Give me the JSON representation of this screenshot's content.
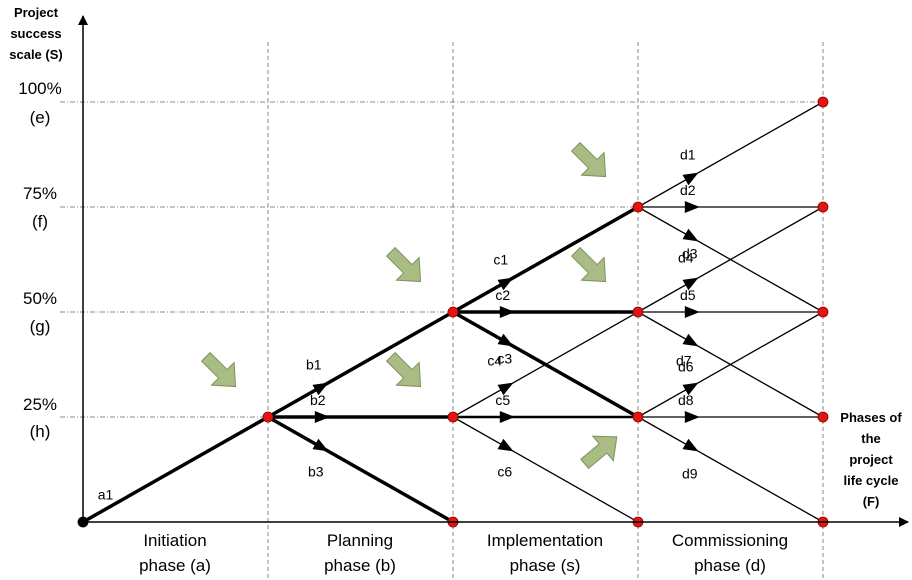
{
  "axes": {
    "y_title": [
      "Project",
      "success",
      "scale (S)"
    ],
    "x_title": [
      "Phases of",
      "the",
      "project",
      "life cycle",
      "(F)"
    ]
  },
  "levels": [
    {
      "value": "100%",
      "code": "(e)"
    },
    {
      "value": "75%",
      "code": "(f)"
    },
    {
      "value": "50%",
      "code": "(g)"
    },
    {
      "value": "25%",
      "code": "(h)"
    }
  ],
  "phases": [
    {
      "name": "Initiation",
      "code": "phase (a)"
    },
    {
      "name": "Planning",
      "code": "phase (b)"
    },
    {
      "name": "Implementation",
      "code": "phase (s)"
    },
    {
      "name": "Commissioning",
      "code": "phase (d)"
    }
  ],
  "transitions": [
    {
      "label": "a1",
      "from": [
        0,
        0
      ],
      "to": [
        1,
        25
      ],
      "emphasis": "thick"
    },
    {
      "label": "b1",
      "from": [
        1,
        25
      ],
      "to": [
        2,
        50
      ],
      "emphasis": "thick"
    },
    {
      "label": "b2",
      "from": [
        1,
        25
      ],
      "to": [
        2,
        25
      ],
      "emphasis": "thick"
    },
    {
      "label": "b3",
      "from": [
        1,
        25
      ],
      "to": [
        2,
        0
      ],
      "emphasis": "thick"
    },
    {
      "label": "c1",
      "from": [
        2,
        50
      ],
      "to": [
        3,
        75
      ],
      "emphasis": "thick"
    },
    {
      "label": "c2",
      "from": [
        2,
        50
      ],
      "to": [
        3,
        50
      ],
      "emphasis": "thick"
    },
    {
      "label": "c3",
      "from": [
        2,
        50
      ],
      "to": [
        3,
        25
      ],
      "emphasis": "thick"
    },
    {
      "label": "c4",
      "from": [
        2,
        25
      ],
      "to": [
        3,
        50
      ],
      "emphasis": "thin"
    },
    {
      "label": "c5",
      "from": [
        2,
        25
      ],
      "to": [
        3,
        25
      ],
      "emphasis": "medium"
    },
    {
      "label": "c6",
      "from": [
        2,
        25
      ],
      "to": [
        3,
        0
      ],
      "emphasis": "thin"
    },
    {
      "label": "d1",
      "from": [
        3,
        75
      ],
      "to": [
        4,
        100
      ],
      "emphasis": "thin"
    },
    {
      "label": "d2",
      "from": [
        3,
        75
      ],
      "to": [
        4,
        75
      ],
      "emphasis": "thin"
    },
    {
      "label": "d3",
      "from": [
        3,
        75
      ],
      "to": [
        4,
        50
      ],
      "emphasis": "thin"
    },
    {
      "label": "d4",
      "from": [
        3,
        50
      ],
      "to": [
        4,
        75
      ],
      "emphasis": "thin"
    },
    {
      "label": "d5",
      "from": [
        3,
        50
      ],
      "to": [
        4,
        50
      ],
      "emphasis": "thin"
    },
    {
      "label": "d6",
      "from": [
        3,
        50
      ],
      "to": [
        4,
        25
      ],
      "emphasis": "thin"
    },
    {
      "label": "d7",
      "from": [
        3,
        25
      ],
      "to": [
        4,
        50
      ],
      "emphasis": "thin"
    },
    {
      "label": "d8",
      "from": [
        3,
        25
      ],
      "to": [
        4,
        25
      ],
      "emphasis": "thin"
    },
    {
      "label": "d9",
      "from": [
        3,
        25
      ],
      "to": [
        4,
        0
      ],
      "emphasis": "thin"
    }
  ],
  "decision_arrows": [
    {
      "at": [
        1,
        25
      ],
      "direction": "down-right"
    },
    {
      "at": [
        2,
        50
      ],
      "direction": "down-right"
    },
    {
      "at": [
        2,
        25
      ],
      "direction": "down-right"
    },
    {
      "at": [
        3,
        75
      ],
      "direction": "down-right"
    },
    {
      "at": [
        3,
        50
      ],
      "direction": "down-right"
    },
    {
      "at": [
        3,
        25
      ],
      "direction": "up-right"
    }
  ],
  "colors": {
    "node": "#e31414",
    "origin_node": "#000000",
    "line": "#000000",
    "guide": "#666666",
    "decision_arrow_fill": "#a9bc83",
    "decision_arrow_stroke": "#7f9160"
  }
}
